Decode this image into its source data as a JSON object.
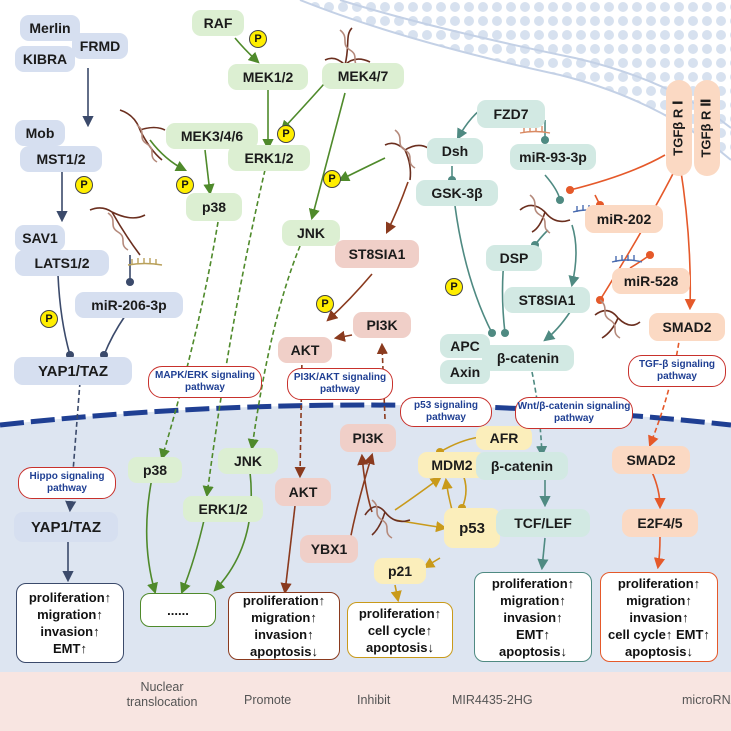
{
  "hippo": {
    "merlin": "Merlin",
    "kibra": "KIBRA",
    "frmd": "FRMD",
    "mob": "Mob",
    "mst": "MST1/2",
    "sav1": "SAV1",
    "lats": "LATS1/2",
    "mir206": "miR-206-3p",
    "yap": "YAP1/TAZ",
    "pathway": "Hippo signaling pathway",
    "yap_nuc": "YAP1/TAZ",
    "outcome": [
      "proliferation↑",
      "migration↑",
      "invasion↑",
      "EMT↑"
    ]
  },
  "mapk": {
    "raf": "RAF",
    "mek12": "MEK1/2",
    "mek346": "MEK3/4/6",
    "erk": "ERK1/2",
    "p38": "p38",
    "mek47": "MEK4/7",
    "jnk": "JNK",
    "pathway": "MAPK/ERK signaling pathway",
    "p38_nuc": "p38",
    "erk_nuc": "ERK1/2",
    "jnk_nuc": "JNK",
    "outcome": "......"
  },
  "pi3k": {
    "st8sia1": "ST8SIA1",
    "pi3k": "PI3K",
    "akt": "AKT",
    "pathway": "PI3K/AKT signaling pathway",
    "akt_nuc": "AKT",
    "pi3k_nuc": "PI3K",
    "ybx1": "YBX1",
    "outcome": [
      "proliferation↑",
      "migration↑",
      "invasion↑",
      "apoptosis↓"
    ]
  },
  "p53": {
    "pathway": "p53 signaling pathway",
    "afr": "AFR",
    "mdm2": "MDM2",
    "p53": "p53",
    "p21": "p21",
    "outcome": [
      "proliferation↑",
      "cell cycle↑",
      "apoptosis↓"
    ]
  },
  "wnt": {
    "fzd7": "FZD7",
    "dsh": "Dsh",
    "mir93": "miR-93-3p",
    "gsk": "GSK-3β",
    "dsp": "DSP",
    "st8sia1": "ST8SIA1",
    "apc": "APC",
    "axin": "Axin",
    "bcat": "β-catenin",
    "pathway": "Wnt/β-catenin signaling pathway",
    "bcat_nuc": "β-catenin",
    "tcf": "TCF/LEF",
    "outcome": [
      "proliferation↑",
      "migration↑",
      "invasion↑",
      "EMT↑",
      "apoptosis↓"
    ]
  },
  "tgf": {
    "r1": "TGFβ R Ⅰ",
    "r2": "TGFβ R Ⅱ",
    "mir202": "miR-202",
    "mir528": "miR-528",
    "smad2": "SMAD2",
    "pathway": "TGF-β signaling pathway",
    "smad2_nuc": "SMAD2",
    "e2f": "E2F4/5",
    "outcome": [
      "proliferation↑",
      "migration↑",
      "invasion↑",
      "cell cycle↑ EMT↑",
      "apoptosis↓"
    ]
  },
  "phospho": "P",
  "legend": {
    "nuclear": "Nuclear translocation",
    "promote": "Promote",
    "inhibit": "Inhibit",
    "lnc": "MIR4435-2HG",
    "mirna": "microRNA"
  },
  "colors": {
    "blue": "#3b4a6b",
    "green": "#4f8a2b",
    "brown": "#8a3a1e",
    "gold": "#c99a1a",
    "teal": "#4f8a82",
    "orange": "#e5592a",
    "membrane": "#cfd9ea",
    "nucleus": "#dde5f1"
  }
}
